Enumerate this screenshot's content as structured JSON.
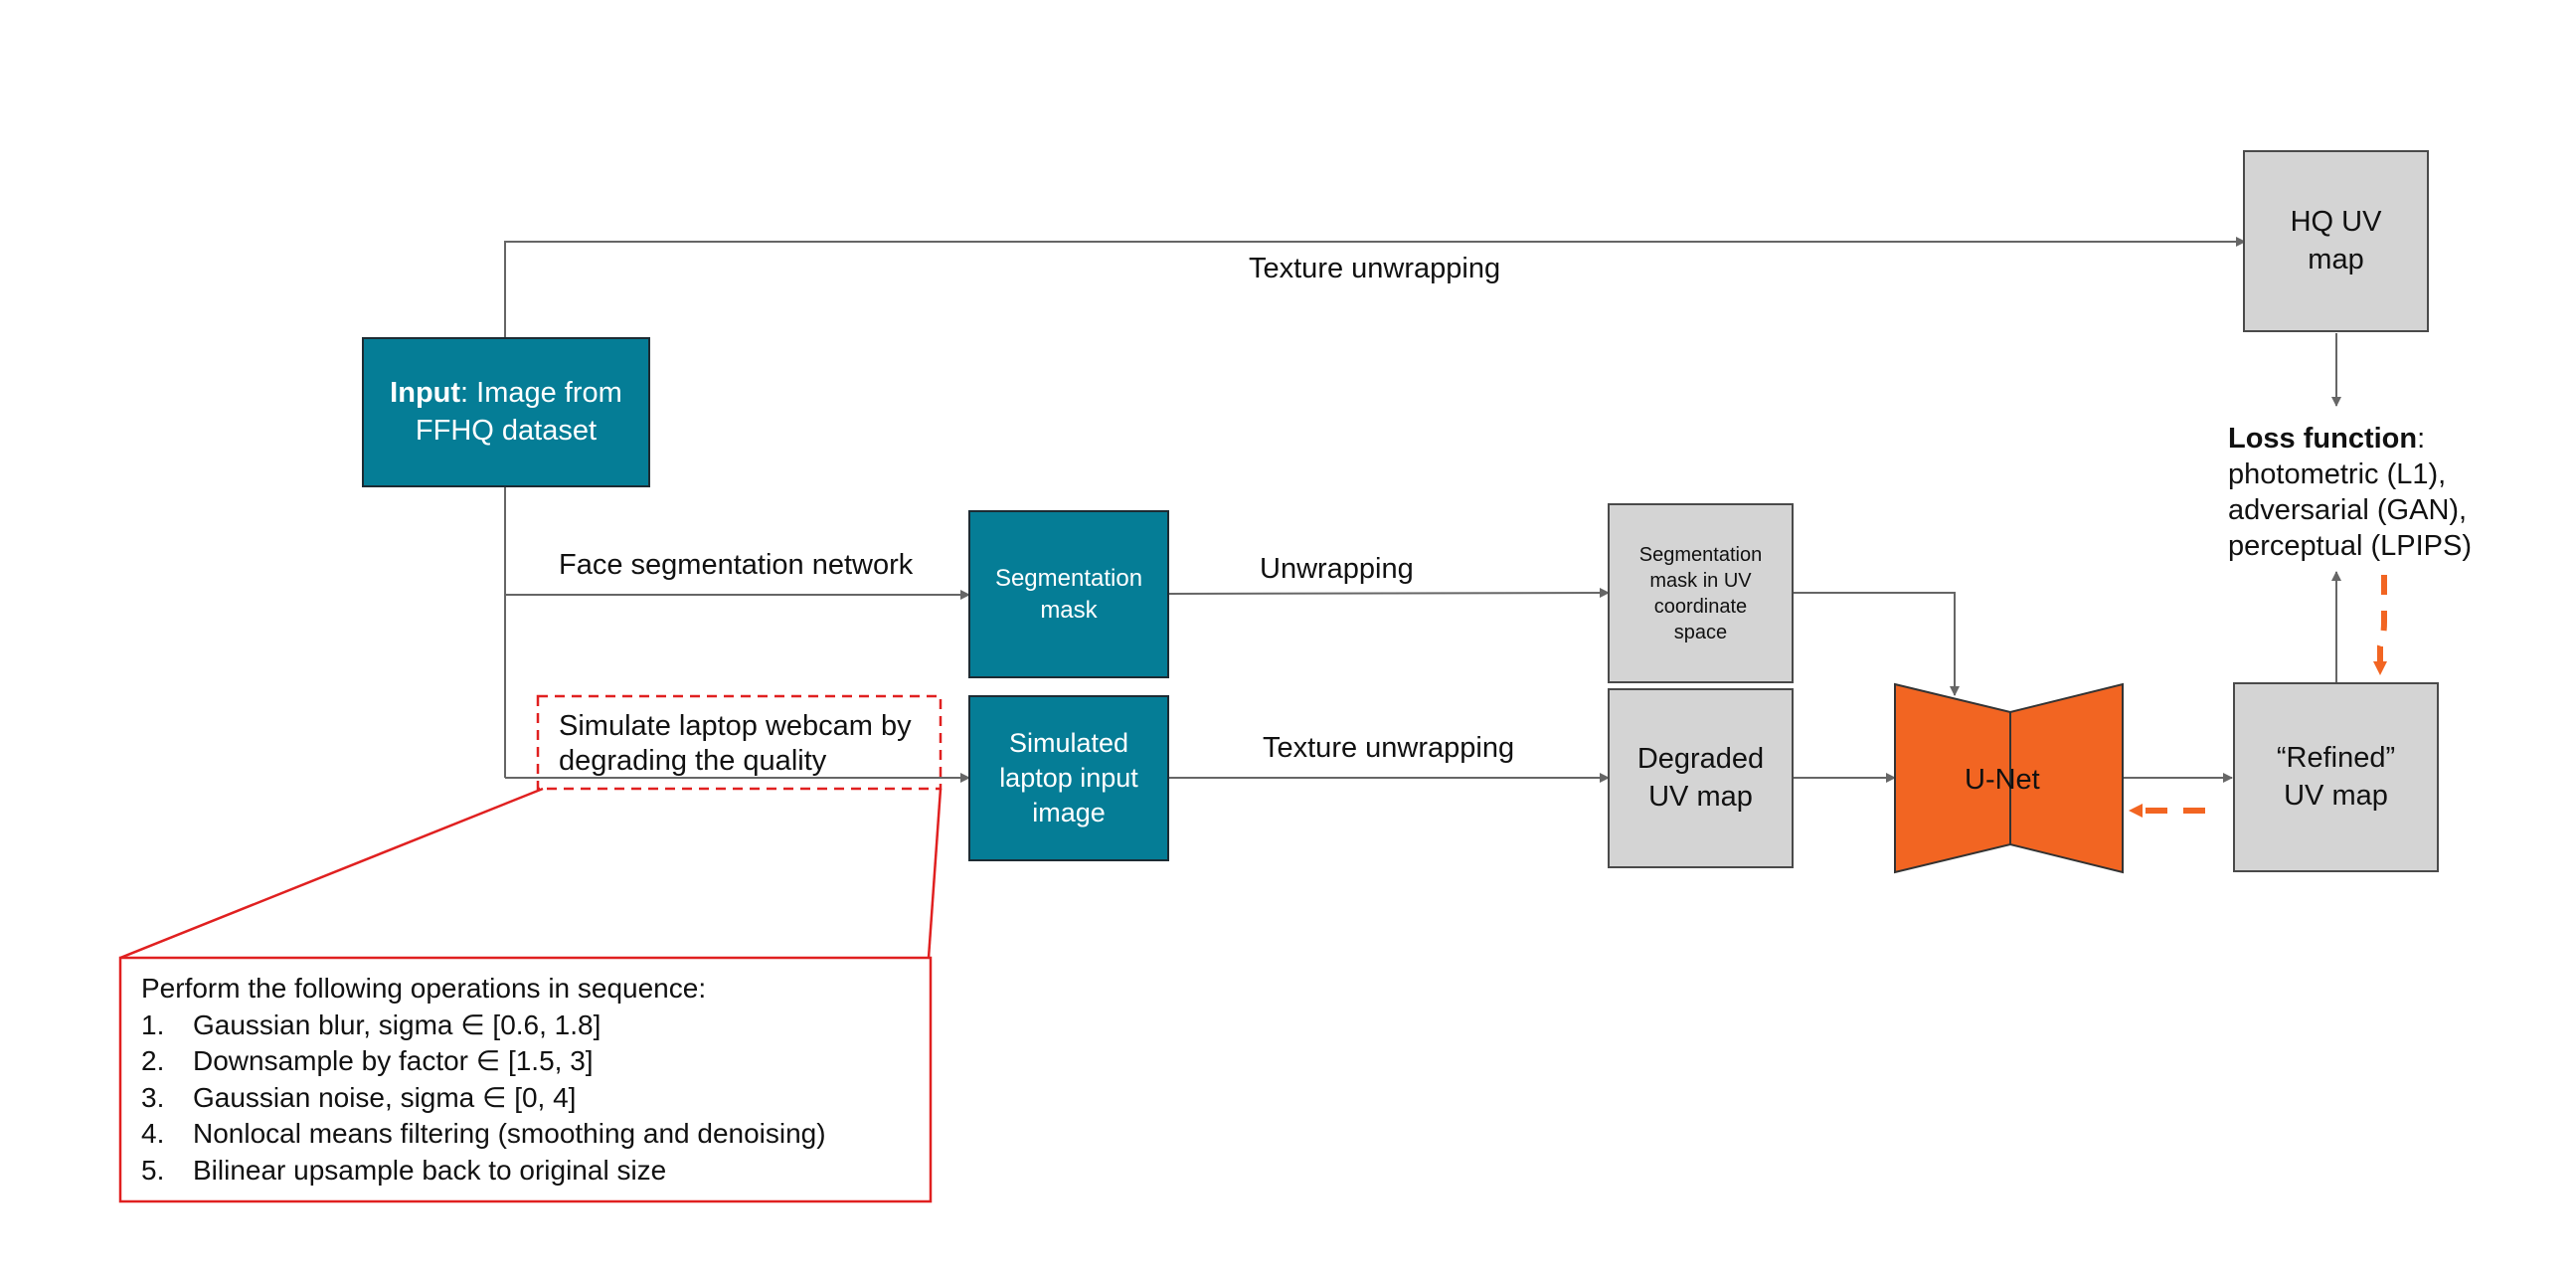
{
  "input_box": {
    "bold": "Input",
    "rest": ": Image from",
    "line2": "FFHQ dataset"
  },
  "segmentation_mask_box": {
    "line1": "Segmentation",
    "line2": "mask"
  },
  "simulated_box": {
    "line1": "Simulated",
    "line2": "laptop input",
    "line3": "image"
  },
  "seg_uv_box": {
    "line1": "Segmentation",
    "line2": "mask in UV",
    "line3": "coordinate",
    "line4": "space"
  },
  "degraded_box": {
    "line1": "Degraded",
    "line2": "UV map"
  },
  "hq_box": {
    "line1": "HQ UV",
    "line2": "map"
  },
  "refined_box": {
    "line1": "“Refined”",
    "line2": "UV map"
  },
  "unet": {
    "label": "U-Net",
    "color": "#f26522"
  },
  "edge_labels": {
    "texture_unwrapping_top": "Texture unwrapping",
    "face_segmentation": "Face segmentation network",
    "unwrapping": "Unwrapping",
    "simulate_line1": "Simulate laptop webcam by",
    "simulate_line2": "degrading the quality",
    "texture_unwrapping_bottom": "Texture unwrapping"
  },
  "loss": {
    "bold": "Loss function",
    "colon": ":",
    "lines": [
      "photometric (L1),",
      "adversarial (GAN),",
      "perceptual (LPIPS)"
    ]
  },
  "operations": {
    "heading": "Perform the following operations in sequence:",
    "items": [
      {
        "num": "1.",
        "text": "Gaussian blur, sigma ∈ [0.6, 1.8]"
      },
      {
        "num": "2.",
        "text": "Downsample by factor ∈ [1.5, 3]"
      },
      {
        "num": "3.",
        "text": "Gaussian noise, sigma ∈ [0, 4]"
      },
      {
        "num": "4.",
        "text": "Nonlocal means filtering (smoothing and denoising)"
      },
      {
        "num": "5.",
        "text": "Bilinear upsample back to original size"
      }
    ]
  },
  "colors": {
    "teal": "#057d96",
    "gray": "#d4d4d4",
    "orange": "#f26522",
    "red": "#e02020",
    "line": "#666666"
  }
}
